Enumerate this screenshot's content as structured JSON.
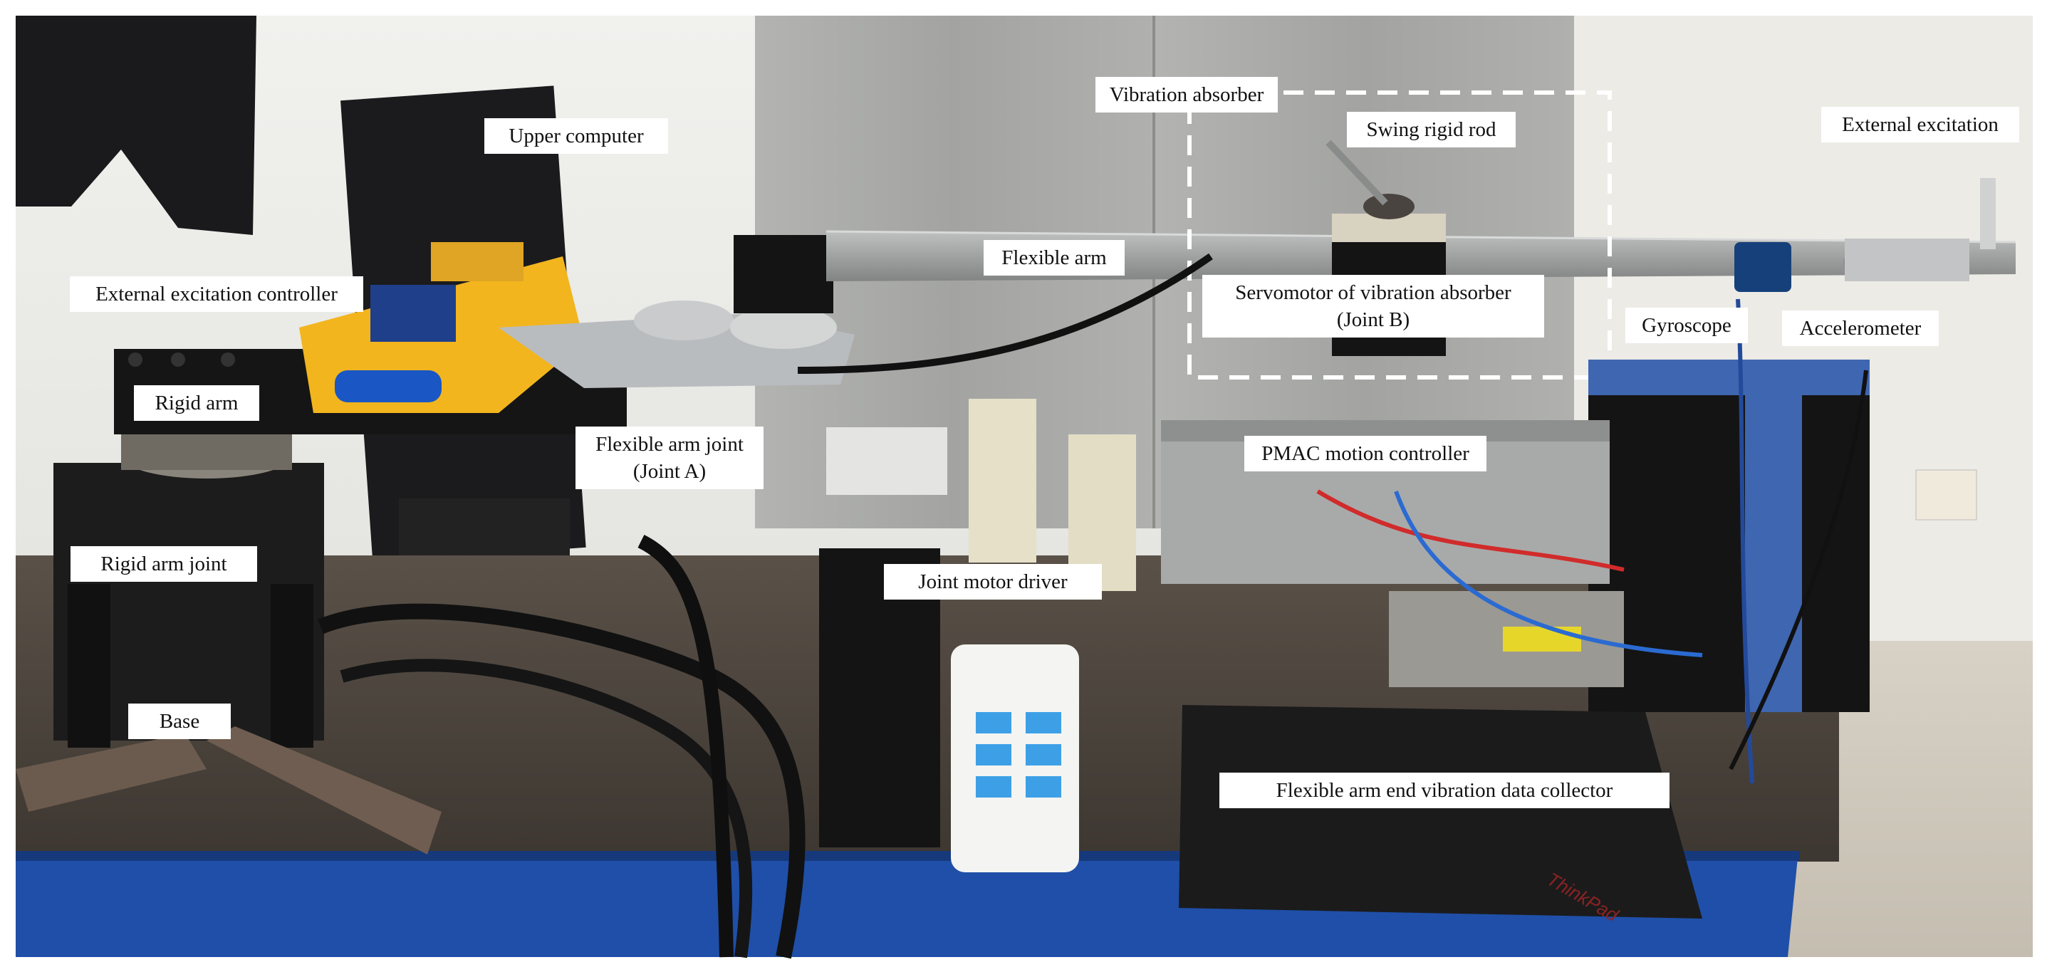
{
  "labels": {
    "vibration_absorber": "Vibration absorber",
    "upper_computer": "Upper computer",
    "swing_rigid_rod": "Swing rigid rod",
    "external_excitation": "External excitation",
    "external_excitation_controller": "External excitation controller",
    "flexible_arm": "Flexible arm",
    "servomotor_line1": "Servomotor of vibration absorber",
    "servomotor_line2": "(Joint B)",
    "gyroscope": "Gyroscope",
    "accelerometer": "Accelerometer",
    "rigid_arm": "Rigid arm",
    "flexible_arm_joint_line1": "Flexible arm joint",
    "flexible_arm_joint_line2": "(Joint A)",
    "pmac_motion_controller": "PMAC motion controller",
    "rigid_arm_joint": "Rigid arm joint",
    "joint_motor_driver": "Joint motor driver",
    "base": "Base",
    "data_collector": "Flexible arm end vibration data collector",
    "laptop_brand": "ThinkPad"
  },
  "colors": {
    "wall": "#e9e9e6",
    "partition": "#a9aaa8",
    "table_top": "#4d463f",
    "table_frame": "#1f4fa8",
    "mount_yellow": "#f2b51e",
    "aluminium": "#b9bcbf",
    "steel_arm": "#9a9c9c",
    "dashed_box": "#ffffff"
  }
}
